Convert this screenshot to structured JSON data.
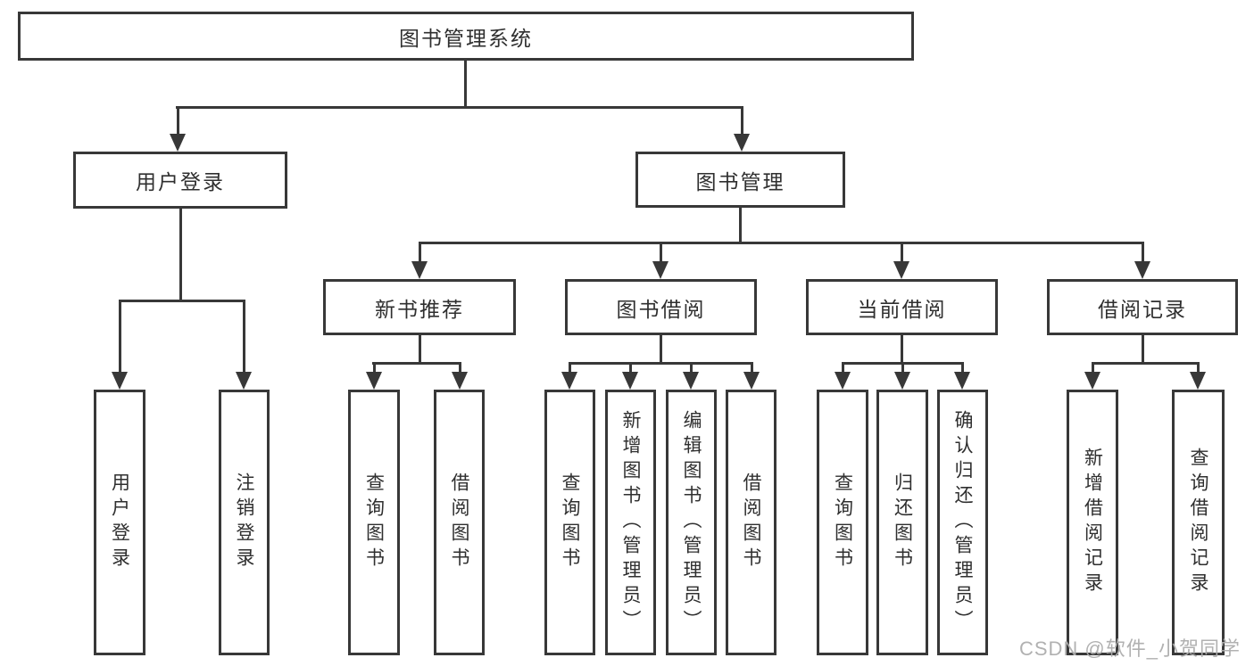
{
  "tree": {
    "label": "图书管理系统",
    "children": [
      {
        "label": "用户登录",
        "children": [
          {
            "label": "用户登录"
          },
          {
            "label": "注销登录"
          }
        ]
      },
      {
        "label": "图书管理",
        "children": [
          {
            "label": "新书推荐",
            "children": [
              {
                "label": "查询图书"
              },
              {
                "label": "借阅图书"
              }
            ]
          },
          {
            "label": "图书借阅",
            "children": [
              {
                "label": "查询图书"
              },
              {
                "label": "新增图书（管理员）"
              },
              {
                "label": "编辑图书（管理员）"
              },
              {
                "label": "借阅图书"
              }
            ]
          },
          {
            "label": "当前借阅",
            "children": [
              {
                "label": "查询图书"
              },
              {
                "label": "归还图书"
              },
              {
                "label": "确认归还（管理员）"
              }
            ]
          },
          {
            "label": "借阅记录",
            "children": [
              {
                "label": "新增借阅记录"
              },
              {
                "label": "查询借阅记录"
              }
            ]
          }
        ]
      }
    ]
  },
  "watermark": "CSDN @软件_小贺同学",
  "colors": {
    "line": "#383838",
    "text": "#2f2f2f",
    "watermark": "#adadad",
    "background": "#ffffff"
  }
}
